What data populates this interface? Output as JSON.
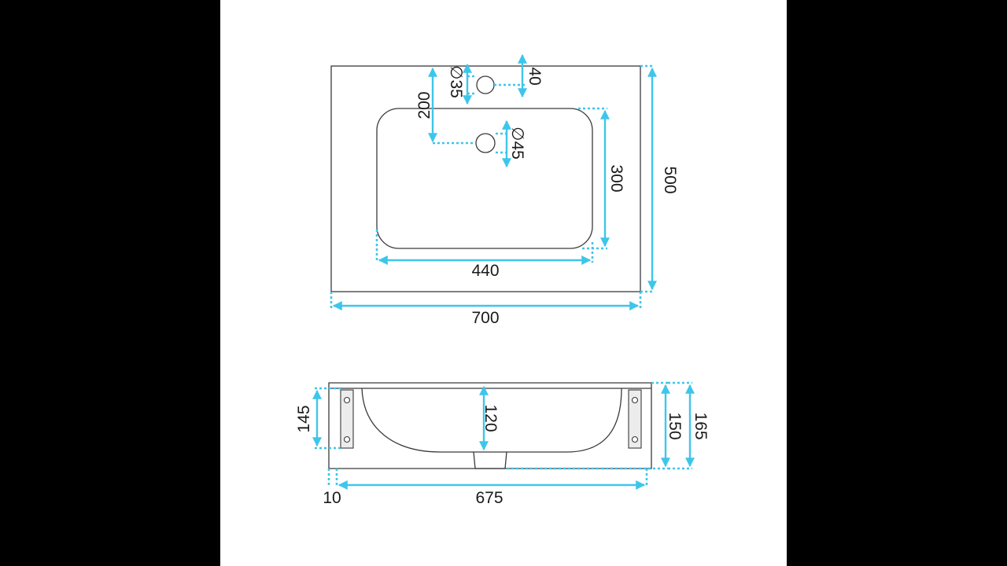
{
  "top_view": {
    "overall_width": "700",
    "overall_depth": "500",
    "basin_width": "440",
    "basin_depth": "300",
    "tap_hole_offset": "40",
    "tap_hole_diameter": "∅35",
    "drain_offset": "200",
    "drain_diameter": "∅45"
  },
  "side_view": {
    "bracket_height": "145",
    "basin_depth": "120",
    "inner_height": "150",
    "overall_height": "165",
    "edge_offset": "10",
    "bracket_span": "675"
  },
  "colors": {
    "dimension_line": "#3ec6ea",
    "outline": "#3a3a3a",
    "background": "#ffffff",
    "letterbox": "#000000"
  }
}
